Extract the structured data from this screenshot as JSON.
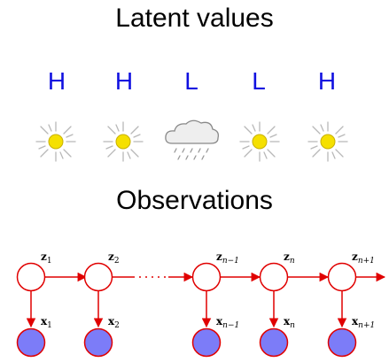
{
  "titles": {
    "latent": "Latent values",
    "observations": "Observations"
  },
  "latent_values": [
    "H",
    "H",
    "L",
    "L",
    "H"
  ],
  "weather_icons": [
    "sun-icon",
    "sun-icon",
    "cloud-rain-icon",
    "sun-icon",
    "sun-icon"
  ],
  "hmm": {
    "hidden_labels": {
      "z1_base": "z",
      "z1_sub": "1",
      "z2_base": "z",
      "z2_sub": "2",
      "zn1_base": "z",
      "zn1_sub": "n−1",
      "zn_base": "z",
      "zn_sub": "n",
      "znp1_base": "z",
      "znp1_sub": "n+1"
    },
    "observed_labels": {
      "x1_base": "x",
      "x1_sub": "1",
      "x2_base": "x",
      "x2_sub": "2",
      "xn1_base": "x",
      "xn1_sub": "n−1",
      "xn_base": "x",
      "xn_sub": "n",
      "xnp1_base": "x",
      "xnp1_sub": "n+1"
    }
  },
  "colors": {
    "latent_text": "#1010e0",
    "edge": "#e00000",
    "observed_fill": "#7c7cf8",
    "sun": "#f5e000"
  }
}
